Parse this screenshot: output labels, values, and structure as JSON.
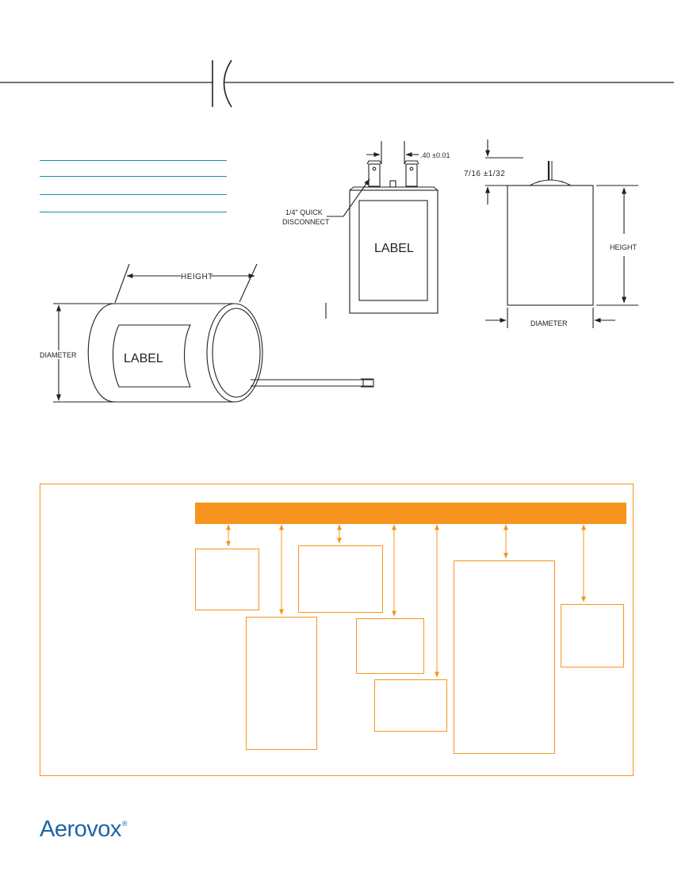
{
  "drawings": {
    "cylinder": {
      "height_label": "HEIGHT",
      "diameter_label": "DIAMETER",
      "label_text": "LABEL"
    },
    "oval_front": {
      "terminal_spacing": ".40  ±0.01",
      "quick_disconnect_line1": "1/4\" QUICK",
      "quick_disconnect_line2": "DISCONNECT",
      "label_text": "LABEL"
    },
    "oval_side": {
      "terminal_height": "7/16  ±1/32",
      "height_label": "HEIGHT",
      "diameter_label": "DIAMETER"
    }
  },
  "logo": {
    "name": "Aerovox",
    "mark": "®"
  },
  "colors": {
    "accent_orange": "#f7941d",
    "rule_blue": "#1d8db0",
    "brand_blue": "#1e64a7",
    "line": "#231f20"
  }
}
